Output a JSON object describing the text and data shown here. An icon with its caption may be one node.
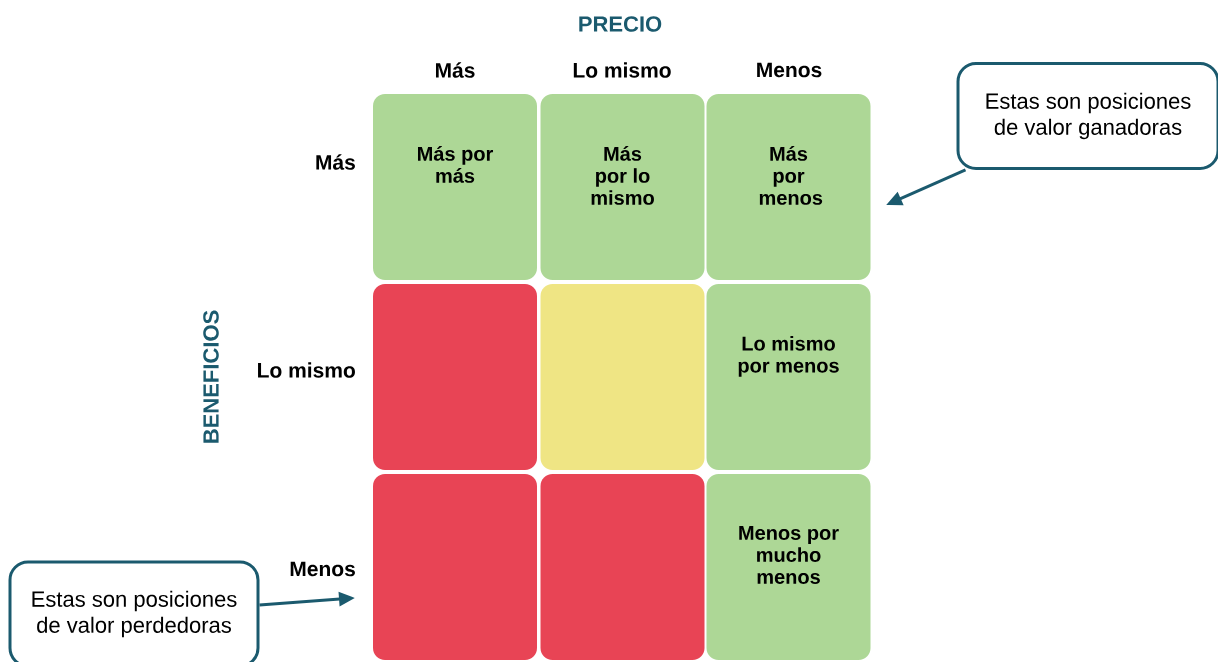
{
  "diagram": {
    "nodes": [
      {
        "text": [
          "Más por más"
        ]
      },
      {
        "text": [
          "Más por lo mismo"
        ]
      },
      {
        "text": [
          "Más por menos"
        ]
      },
      {
        "text": [],
        "shape": "box"
      },
      {
        "text": [],
        "shape": "box"
      },
      {
        "text": [
          "Lo mismo por menos"
        ]
      },
      {
        "text": [],
        "shape": "box"
      },
      {
        "text": [],
        "shape": "box"
      },
      {
        "text": [
          "Menos por mucho menos"
        ]
      },
      {
        "text": [
          "Estas son posiciones de valor ganadoras"
        ]
      },
      {
        "text": [
          "Estas son posiciones de valor perdedoras"
        ]
      }
    ],
    "edges": [
      {
        "from": 9,
        "to": null,
        "arrow": "to"
      },
      {
        "from": 10,
        "to": null,
        "arrow": "to"
      }
    ],
    "labels": [
      "PRECIO",
      "Más",
      "Lo mismo",
      "Menos",
      "Más",
      "BENEFICIOS",
      "Lo mismo",
      "Menos"
    ]
  }
}
